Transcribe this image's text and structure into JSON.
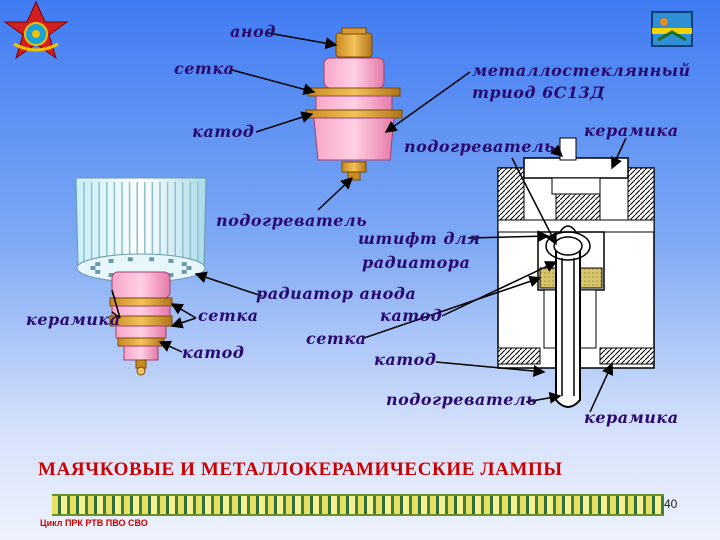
{
  "labels": {
    "anod": "анод",
    "setka_top": "сетка",
    "katod_top": "катод",
    "podogrevatel_left": "подогреватель",
    "triod_line1": "металлостеклянный",
    "triod_line2": "триод 6С13Д",
    "podogrevatel_right": "подогреватель",
    "keramika_top_right": "керамика",
    "shtift_line1": "штифт для",
    "shtift_line2": "радиатора",
    "radiator": "радиатор анода",
    "keramika_left": "керамика",
    "setka_left": "сетка",
    "katod_left": "катод",
    "katod_mid": "катод",
    "setka_mid": "сетка",
    "katod_lower": "катод",
    "podogrevatel_bottom": "подогреватель",
    "keramika_bottom": "керамика"
  },
  "title": "МАЯЧКОВЫЕ И МЕТАЛЛОКЕРАМИЧЕСКИЕ ЛАМПЫ",
  "footer": "Цикл ПРК РТВ ПВО СВО",
  "page_number": "40",
  "icons": {
    "left_emblem": "red-star-emblem",
    "right_logo": "book-logo"
  }
}
